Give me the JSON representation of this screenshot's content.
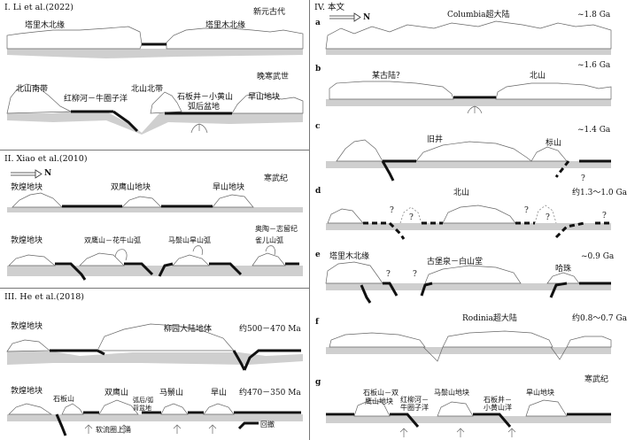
{
  "left": {
    "p1": {
      "header": "I. Li et al.(2022)",
      "era_top": "新元古代",
      "tarim_l": "塔里木北缘",
      "tarim_r": "塔里木北缘",
      "era_bottom": "晚寒武世",
      "beishan_s": "北山南带",
      "beishan_n": "北山北带",
      "hongliu": "红柳河－牛圈子洋",
      "shibanjing_1": "石板井－小黄山",
      "shibanjing_2": "弧后盆地",
      "hanshan": "旱山地块"
    },
    "p2": {
      "header": "II. Xiao et al.(2010)",
      "north": "N",
      "era_top": "寒武纪",
      "dunhuang_1": "敦煌地块",
      "shuangying_1": "双鹰山地块",
      "hanshan_1": "旱山地块",
      "era_bottom": "奥陶－志留纪",
      "dunhuang_2": "敦煌地块",
      "shuangying_2": "双鹰山－花牛山弧",
      "mazongshan": "马鬃山旱山弧",
      "queershan": "雀儿山弧"
    },
    "p3": {
      "header": "III. He et al.(2018)",
      "dunhuang_1": "敦煌地块",
      "liuyuan": "柳园大陆地体",
      "age_1": "约500－470 Ma",
      "dunhuang_2": "敦煌地块",
      "shibanshan": "石板山",
      "shuangying": "双鹰山",
      "huhou_1": "弧后/弧",
      "huhou_2": "背盆地",
      "mazong": "马鬃山",
      "hanshan": "旱山",
      "age_2": "约470－350 Ma",
      "upwelling": "软流圈上涌",
      "rollback": "回撤"
    }
  },
  "right": {
    "header": "IV. 本文",
    "a": {
      "letter": "a",
      "north": "N",
      "label": "Columbia超大陆",
      "age": "~1.8 Ga"
    },
    "b": {
      "letter": "b",
      "label_l": "某古陆？",
      "label_r": "北山",
      "age": "~1.6 Ga"
    },
    "c": {
      "letter": "c",
      "label_l": "旧井",
      "label_r": "标山",
      "age": "~1.4 Ga",
      "q": "?"
    },
    "d": {
      "letter": "d",
      "label": "北山",
      "age": "约1.3～1.0 Ga",
      "q": "?"
    },
    "e": {
      "letter": "e",
      "label_l": "塔里木北缘",
      "label_m": "古堡泉－白山堂",
      "label_r": "哈珠",
      "age": "~0.9 Ga",
      "q": "?"
    },
    "f": {
      "letter": "f",
      "label": "Rodinia超大陆",
      "age": "约0.8～0.7 Ga"
    },
    "g": {
      "letter": "g",
      "era": "寒武纪",
      "l1": "石板山－双",
      "l2": "鹰山地块",
      "l3": "红柳河－",
      "l4": "牛圈子洋",
      "l5": "马鬃山地块",
      "l6": "石板井－",
      "l7": "小黄山洋",
      "l8": "旱山地块"
    }
  }
}
